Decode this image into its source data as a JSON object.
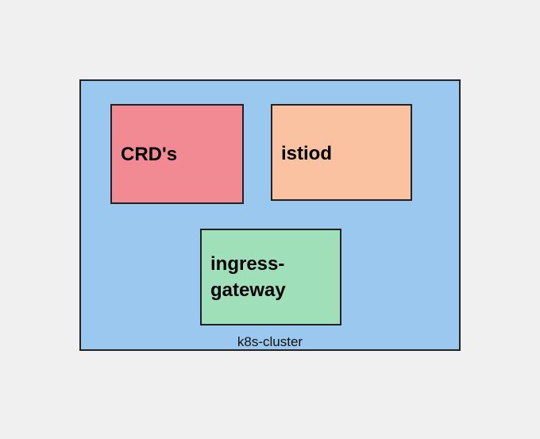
{
  "diagram": {
    "cluster": {
      "label": "k8s-cluster",
      "color": "#9bc8ee"
    },
    "nodes": [
      {
        "label": "CRD's",
        "color": "#f28a94"
      },
      {
        "label": "istiod",
        "color": "#fac2a0"
      },
      {
        "label": "ingress-\ngateway",
        "color": "#9fe0bb"
      }
    ]
  }
}
